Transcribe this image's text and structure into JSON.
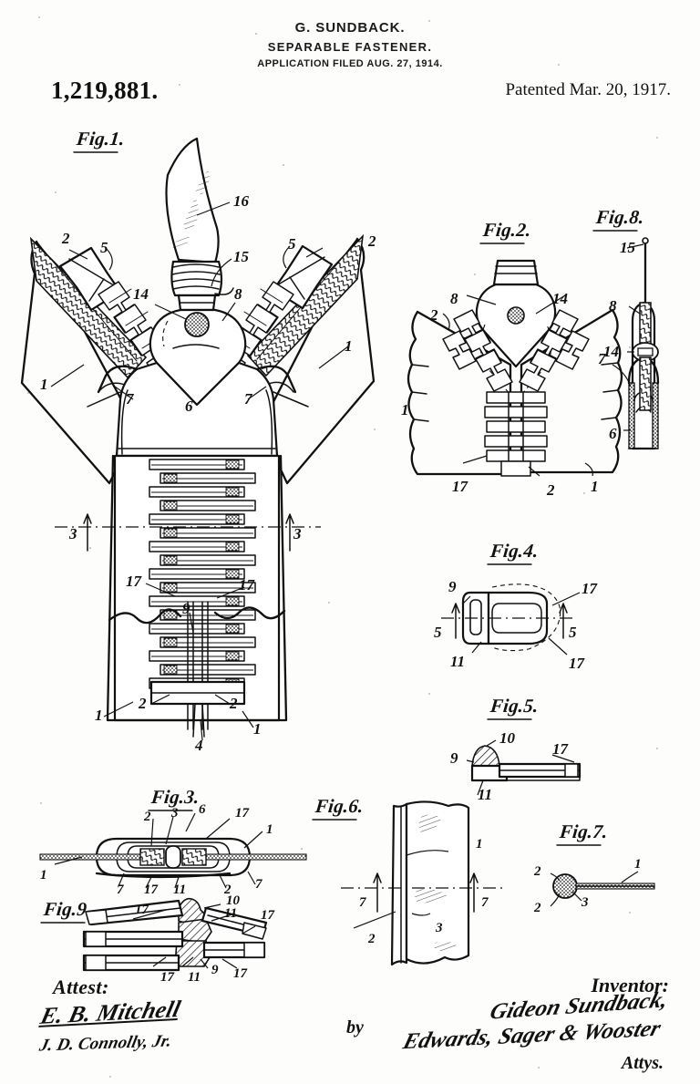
{
  "header": {
    "inventor_name": "G. SUNDBACK.",
    "title": "SEPARABLE FASTENER.",
    "application": "APPLICATION FILED AUG. 27, 1914.",
    "patent_number": "1,219,881.",
    "patent_date": "Patented Mar. 20, 1917."
  },
  "figures": [
    {
      "id": "fig1",
      "label": "Fig.1."
    },
    {
      "id": "fig2",
      "label": "Fig.2."
    },
    {
      "id": "fig3",
      "label": "Fig.3."
    },
    {
      "id": "fig4",
      "label": "Fig.4."
    },
    {
      "id": "fig5",
      "label": "Fig.5."
    },
    {
      "id": "fig6",
      "label": "Fig.6."
    },
    {
      "id": "fig7",
      "label": "Fig.7."
    },
    {
      "id": "fig8",
      "label": "Fig.8."
    },
    {
      "id": "fig9",
      "label": "Fig.9."
    }
  ],
  "fig1_numerals": [
    "16",
    "15",
    "14",
    "8",
    "5",
    "5",
    "2",
    "2",
    "1",
    "1",
    "7",
    "7",
    "6",
    "3",
    "3",
    "17",
    "17",
    "9",
    "2",
    "2",
    "4",
    "1",
    "1"
  ],
  "fig2_numerals": [
    "8",
    "14",
    "2",
    "1",
    "17",
    "2",
    "1"
  ],
  "fig3_numerals": [
    "2",
    "3",
    "6",
    "17",
    "1",
    "1",
    "7",
    "7",
    "17",
    "11",
    "2"
  ],
  "fig4_numerals": [
    "9",
    "17",
    "5",
    "5",
    "11",
    "17"
  ],
  "fig5_numerals": [
    "10",
    "9",
    "17",
    "11"
  ],
  "fig6_numerals": [
    "1",
    "7",
    "7",
    "2",
    "3"
  ],
  "fig7_numerals": [
    "2",
    "2",
    "1",
    "3"
  ],
  "fig8_numerals": [
    "15",
    "8",
    "14",
    "7",
    "6"
  ],
  "fig9_numerals": [
    "10",
    "11",
    "17",
    "17",
    "17",
    "17",
    "11",
    "9"
  ],
  "labels": {
    "n1": "1",
    "n2": "2",
    "n3": "3",
    "n4": "4",
    "n5": "5",
    "n6": "6",
    "n7": "7",
    "n8": "8",
    "n9": "9",
    "n10": "10",
    "n11": "11",
    "n14": "14",
    "n15": "15",
    "n16": "16",
    "n17": "17"
  },
  "signature_block": {
    "attest_label": "Attest:",
    "attest_signature_1": "E. B. Mitchell",
    "attest_signature_2": "J. D. Connolly, Jr.",
    "inventor_label": "Inventor:",
    "inventor_signature": "Gideon Sundback,",
    "by_label": "by",
    "attorneys_signature": "Edwards, Sager & Wooster",
    "attorneys_label": "Attys."
  },
  "colors": {
    "ink": "#111111",
    "paper": "#fdfdfb"
  }
}
